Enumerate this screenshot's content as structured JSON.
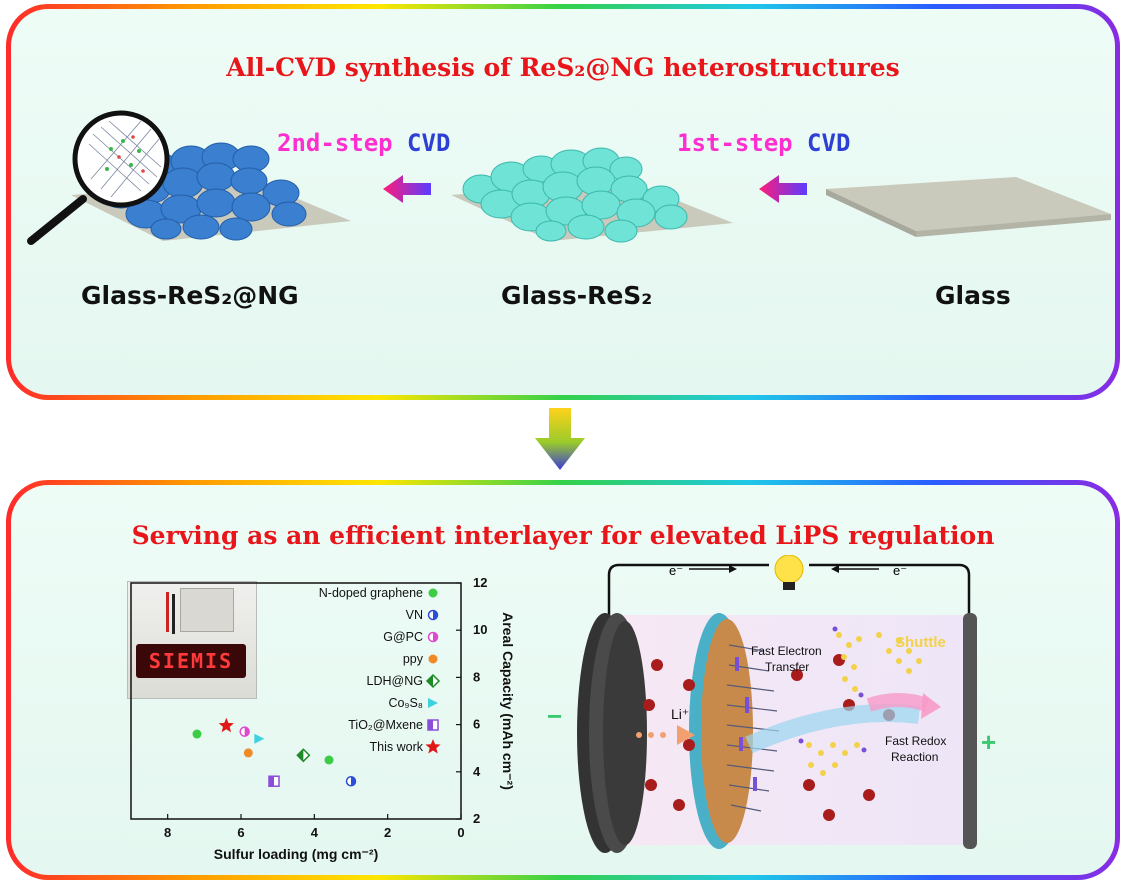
{
  "top": {
    "title": "All-CVD synthesis of ReS₂@NG heterostructures",
    "stages": [
      "Glass-ReS₂@NG",
      "Glass-ReS₂",
      "Glass"
    ],
    "steps": [
      {
        "part1": "2nd-step",
        "part2": " CVD"
      },
      {
        "part1": "1st-step",
        "part2": " CVD"
      }
    ]
  },
  "bottom": {
    "title": "Serving as an efficient interlayer for elevated LiPS regulation",
    "led_text": "SIEMIS",
    "battery": {
      "minus": "−",
      "plus": "+",
      "electron": "e⁻",
      "li_ion": "Li⁺",
      "fast_electron": "Fast Electron",
      "transfer": "Transfer",
      "fast_redox": "Fast Redox",
      "reaction": "Reaction",
      "shuttle": "Shuttle"
    }
  },
  "chart_data": {
    "type": "scatter",
    "xlabel": "Sulfur loading (mg cm⁻²)",
    "ylabel": "Areal Capacity (mAh cm⁻²)",
    "xlim": [
      0,
      9
    ],
    "ylim": [
      2,
      12
    ],
    "x_reversed": true,
    "xticks": [
      0,
      2,
      4,
      6,
      8
    ],
    "yticks": [
      2,
      4,
      6,
      8,
      10,
      12
    ],
    "series": [
      {
        "name": "N-doped graphene",
        "color": "#3dcc45",
        "marker": "circle",
        "points": [
          [
            7.2,
            5.6
          ],
          [
            3.6,
            4.5
          ]
        ]
      },
      {
        "name": "VN",
        "color": "#2a4ed8",
        "marker": "half-circle",
        "points": [
          [
            3.0,
            3.6
          ]
        ]
      },
      {
        "name": "G@PC",
        "color": "#e048d0",
        "marker": "half-circle",
        "points": [
          [
            5.9,
            5.7
          ]
        ]
      },
      {
        "name": "ppy",
        "color": "#f08a24",
        "marker": "circle",
        "points": [
          [
            5.8,
            4.8
          ]
        ]
      },
      {
        "name": "LDH@NG",
        "color": "#1e8a28",
        "marker": "half-diamond",
        "points": [
          [
            4.3,
            4.7
          ]
        ]
      },
      {
        "name": "Co₉S₈",
        "color": "#3ed2e0",
        "marker": "triangle",
        "points": [
          [
            5.5,
            5.4
          ]
        ]
      },
      {
        "name": "TiO₂@Mxene",
        "color": "#8a4fd8",
        "marker": "half-square",
        "points": [
          [
            5.1,
            3.6
          ]
        ]
      },
      {
        "name": "This work",
        "color": "#e01818",
        "marker": "star",
        "points": [
          [
            6.4,
            5.95
          ]
        ]
      }
    ]
  },
  "colors": {
    "title_red": "#e8161b",
    "step_pink": "#ff2ed0",
    "step_blue": "#2e3fd4",
    "res2_cyan": "#6fe3d6",
    "resng_blue": "#3a7fd0",
    "substrate": "#c9c9bc"
  }
}
